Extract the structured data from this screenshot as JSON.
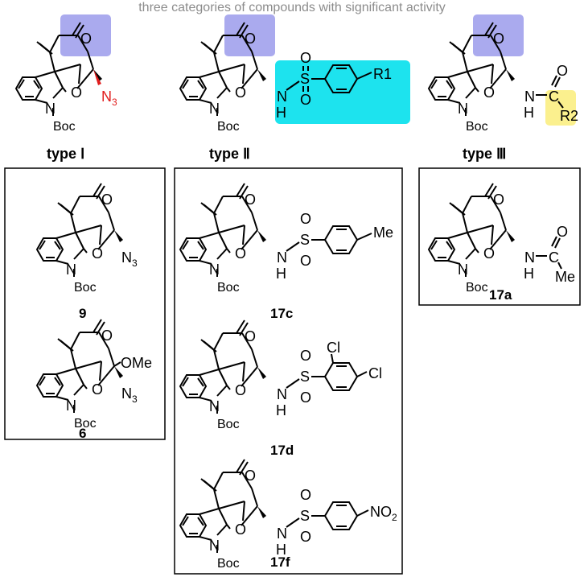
{
  "title": "three categories of compounds with significant activity",
  "colors": {
    "ring_highlight": "#aaaaee",
    "sulfonyl_highlight": "#1de3ee",
    "amide_highlight": "#fbf08e",
    "azide": "#e11d1d",
    "ink": "#000000",
    "title": "#8c8c8c"
  },
  "types": [
    {
      "label": "type Ⅰ",
      "substituent": "N3"
    },
    {
      "label": "type Ⅱ",
      "substituent": "SO2-aryl-R1",
      "r_label": "R1"
    },
    {
      "label": "type Ⅲ",
      "substituent": "C(=O)R2",
      "r_label": "R2"
    }
  ],
  "atom_labels": {
    "oxygen": "O",
    "nitrogen": "N",
    "boc": "Boc",
    "nh": "H",
    "sulfur": "S",
    "carbon": "C",
    "methyl": "Me",
    "methoxy": "OMe",
    "chlorine": "Cl"
  },
  "compounds": {
    "c9": {
      "id": "9",
      "group": "type Ⅰ"
    },
    "c6": {
      "id": "6",
      "group": "type Ⅰ"
    },
    "c17c": {
      "id": "17c",
      "group": "type Ⅱ",
      "aryl_substituent": "Me"
    },
    "c17d": {
      "id": "17d",
      "group": "type Ⅱ",
      "aryl_substituent": "2,4-Cl2"
    },
    "c17f": {
      "id": "17f",
      "group": "type Ⅱ",
      "aryl_substituent": "NO2"
    },
    "c17a": {
      "id": "17a",
      "group": "type Ⅲ",
      "acyl": "Me"
    }
  }
}
